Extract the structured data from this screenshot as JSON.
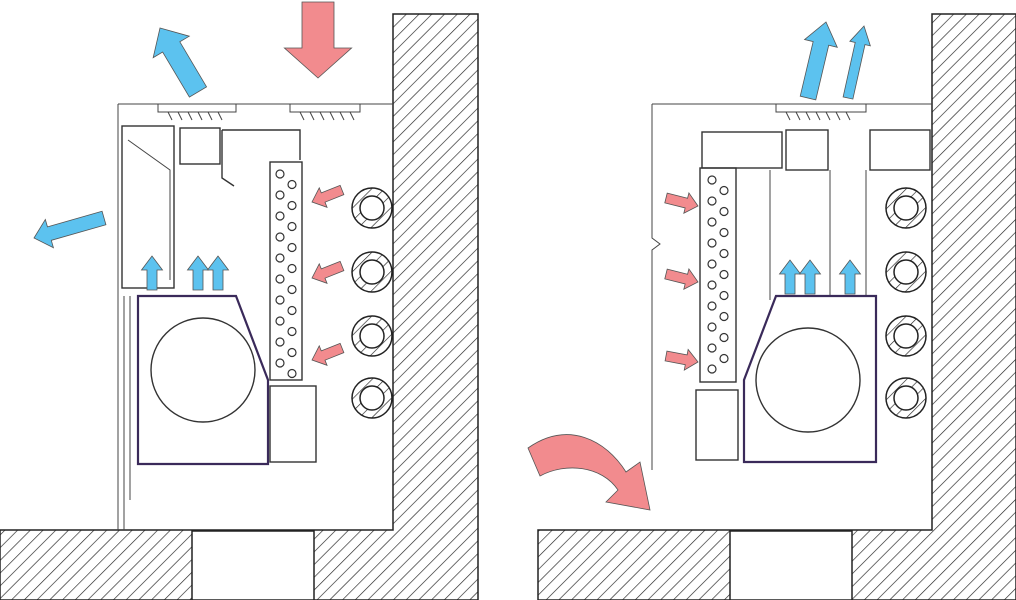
{
  "diagram": {
    "colors": {
      "hot_air": "#F28B8E",
      "cool_air": "#5CC2EF",
      "wall_hatch": "#222222",
      "outline": "#333333",
      "unit_outline": "#3a2a5a"
    },
    "panels": [
      {
        "name": "left-installation",
        "cool_arrows": 5,
        "hot_arrows": 4,
        "pipes": 4
      },
      {
        "name": "right-installation",
        "cool_arrows": 5,
        "hot_arrows": 4,
        "pipes": 4
      }
    ]
  }
}
